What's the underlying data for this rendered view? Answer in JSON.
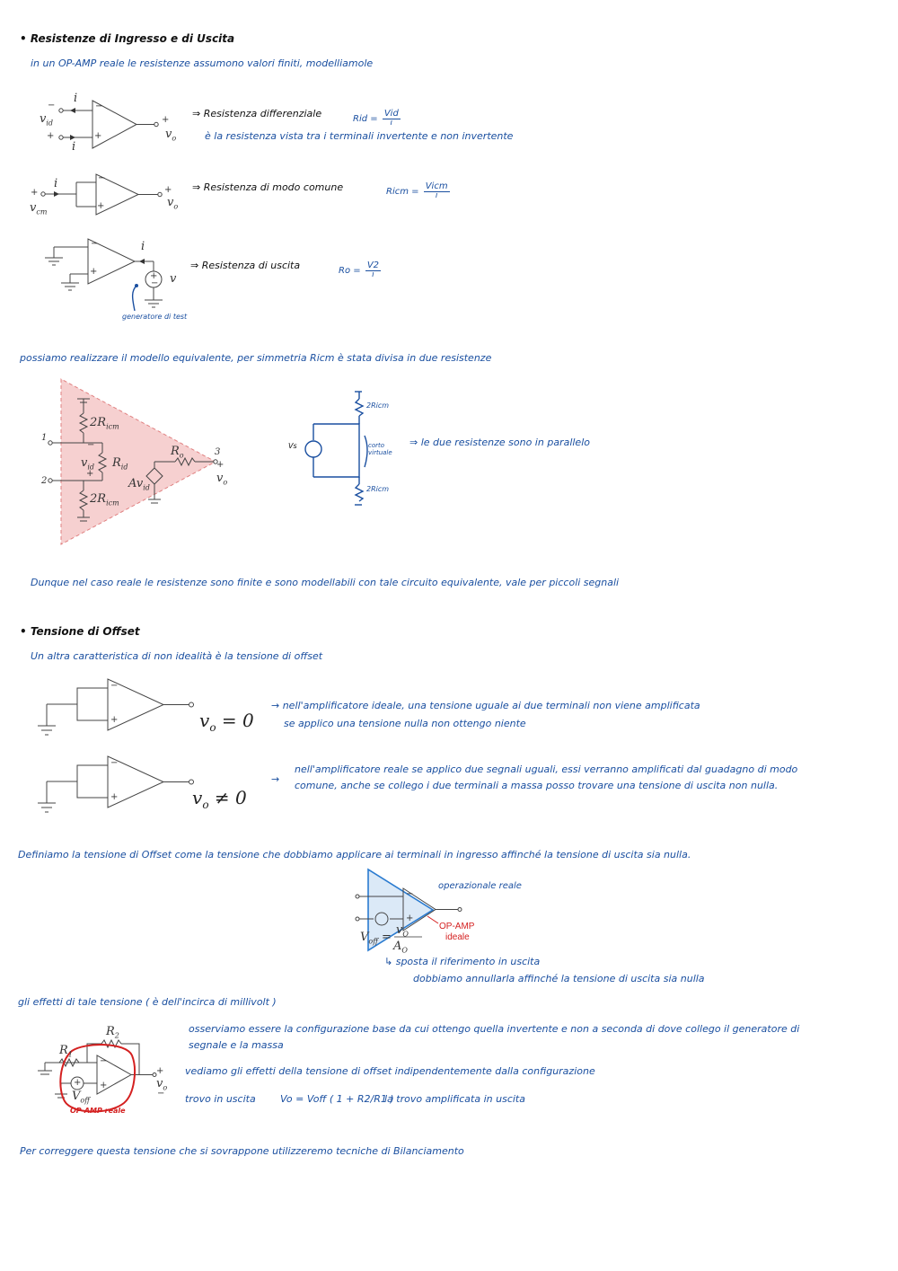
{
  "section1": {
    "title": "• Resistenze di Ingresso e di Uscita",
    "intro": "in un OP-AMP reale le resistenze assumono valori finiti, modelliamole",
    "diff": {
      "label": "⇒ Resistenza differenziale",
      "formula_lhs": "Rid =",
      "formula_num": "Vid",
      "formula_den": "i",
      "desc": "è la resistenza vista tra i terminali invertente e non invertente",
      "fig": {
        "minus": "−",
        "plus": "+",
        "i": "i",
        "vid": "v",
        "vid_sub": "id",
        "out_plus": "+",
        "vo": "v",
        "vo_sub": "o"
      }
    },
    "cm": {
      "label": "⇒ Resistenza di modo comune",
      "formula_lhs": "Ricm =",
      "formula_num": "Vicm",
      "formula_den": "i",
      "fig": {
        "plus": "+",
        "i": "i",
        "vcm": "v",
        "vcm_sub": "cm",
        "out_plus": "+",
        "vo": "v",
        "vo_sub": "o"
      }
    },
    "out": {
      "label": "⇒ Resistenza di uscita",
      "formula_lhs": "Ro =",
      "formula_num": "V2",
      "formula_den": "i",
      "fig": {
        "i": "i",
        "v": "v"
      },
      "test_note": "generatore di test"
    }
  },
  "model": {
    "intro": "possiamo realizzare il modello equivalente, per simmetria Ricm è stata divisa in due resistenze",
    "fig": {
      "n1": "1",
      "n2": "2",
      "n3": "3",
      "r2cm_top": "2R",
      "r2cm_top_sub": "icm",
      "r2cm_bot": "2R",
      "r2cm_bot_sub": "icm",
      "rid": "R",
      "rid_sub": "id",
      "vid": "v",
      "vid_sub": "id",
      "minus": "−",
      "plus": "+",
      "ro": "R",
      "ro_sub": "o",
      "avid": "Av",
      "avid_sub": "id",
      "out_plus": "+",
      "vo": "v",
      "vo_sub": "o"
    },
    "side": {
      "r_top": "2Ricm",
      "r_bot": "2Ricm",
      "vs": "Vs",
      "virtual": "corto virtuale",
      "note": "⇒ le due resistenze sono in parallelo"
    },
    "conclusion": "Dunque nel caso reale le resistenze sono finite e sono modellabili con tale circuito equivalente, vale per piccoli segnali"
  },
  "section2": {
    "title": "• Tensione di Offset",
    "intro": "Un altra caratteristica di non idealità è la tensione di offset",
    "ideal": {
      "eq": "v",
      "eq_sub": "o",
      "eq_rest": " = 0",
      "line1": "→ nell'amplificatore ideale, una tensione uguale ai due terminali non viene amplificata",
      "line2": "se applico una tensione nulla non ottengo niente"
    },
    "real": {
      "eq": "v",
      "eq_sub": "o",
      "eq_rest": " ≠ 0",
      "arrow": "→",
      "line1": "nell'amplificatore reale se applico due segnali uguali, essi verranno amplificati dal guadagno di modo",
      "line2": "comune, anche se collego i due terminali a massa posso trovare una tensione di uscita non nulla."
    },
    "definition": "Definiamo la tensione di Offset come la tensione che dobbiamo applicare ai terminali in ingresso affinché la tensione di uscita sia nulla.",
    "offset_fig": {
      "real_label": "operazionale reale",
      "ideal_label1": "OP-AMP",
      "ideal_label2": "ideale",
      "v": "V",
      "v_sub": "off",
      "eq": " = ",
      "num": "v",
      "num_sub": "O",
      "den": "A",
      "den_sub": "O",
      "note1": "↳ sposta il riferimento in uscita",
      "note2": "dobbiamo annullarla affinché la tensione di uscita sia nulla"
    },
    "effects": {
      "intro": "gli effetti di tale tensione ( è dell'incirca di millivolt )",
      "fig": {
        "r1": "R",
        "r1_sub": "1",
        "r2": "R",
        "r2_sub": "2",
        "voff": "V",
        "voff_sub": "off",
        "out_plus": "+",
        "vo": "v",
        "vo_sub": "o",
        "out_minus": "−",
        "real_label": "OP-AMP reale"
      },
      "line1": "osserviamo essere la configurazione base da cui ottengo quella invertente e non a seconda di dove collego il generatore di",
      "line2": "segnale e la massa",
      "line3": "vediamo gli effetti della tensione di offset indipendentemente dalla configurazione",
      "line4": "trovo in uscita",
      "formula": "Vo = Voff ( 1 + R2/R1 )",
      "line5": "la trovo amplificata in uscita"
    },
    "closing": "Per correggere questa tensione che si sovrappone utilizzeremo tecniche di Bilanciamento"
  }
}
